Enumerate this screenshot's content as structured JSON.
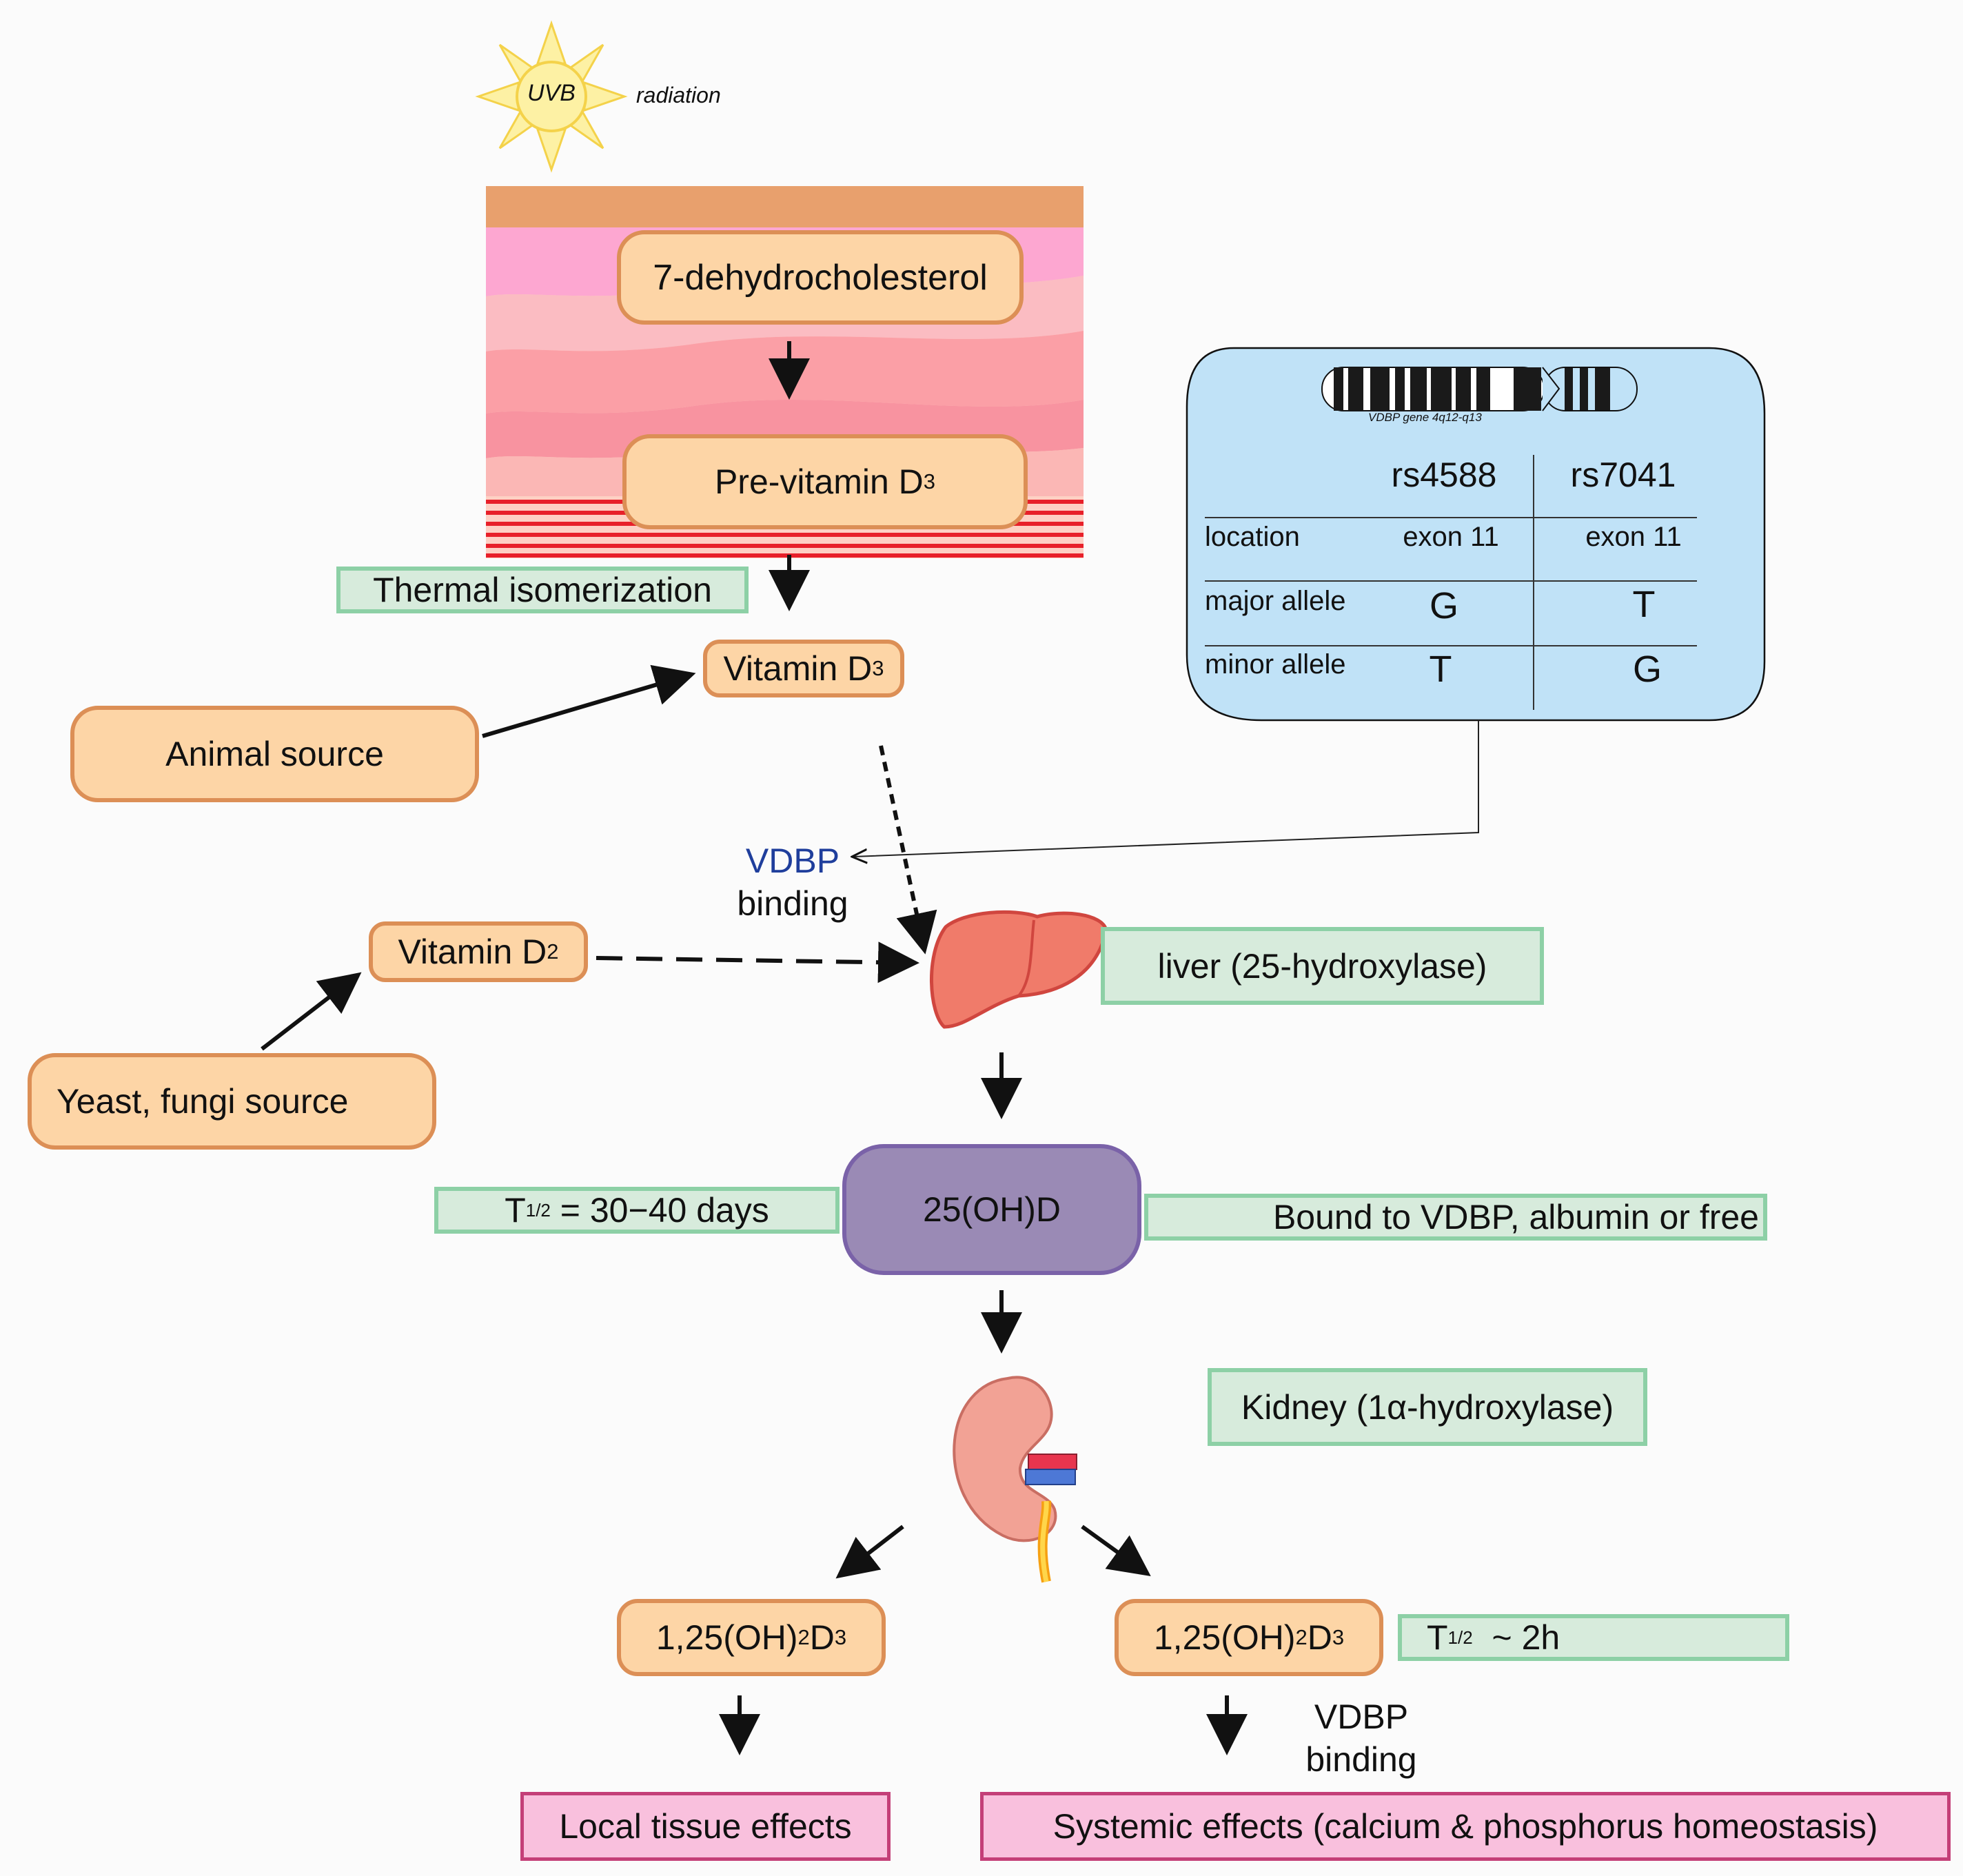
{
  "uvb": {
    "sun_label": "UVB",
    "radiation_label": "radiation"
  },
  "skin": {
    "step1": "7-dehydrocholesterol",
    "step2_main": "Pre-vitamin D",
    "step2_sub": "3"
  },
  "thermal_label": "Thermal isomerization",
  "vitd3": {
    "main": "Vitamin D",
    "sub": "3"
  },
  "vitd2": {
    "main": "Vitamin D",
    "sub": "2"
  },
  "animal_source": "Animal source",
  "yeast_source": "Yeast, fungi source",
  "vdbp_binding_top": {
    "line1": "VDBP",
    "line2": "binding"
  },
  "vdbp_binding_bottom": {
    "line1": "VDBP",
    "line2": "binding"
  },
  "liver_label": "liver (25-hydroxylase)",
  "metabolite_25": "25(OH)D",
  "half_life_25": {
    "t": "T",
    "sub": "1/2",
    "rest": " = 30−40 days"
  },
  "bound_label": "Bound to VDBP, albumin or free",
  "kidney_label": "Kidney (1α-hydroxylase)",
  "calcitriol_left": {
    "a": "1,25(OH)",
    "b": "2",
    "c": "D",
    "d": "3"
  },
  "calcitriol_right": {
    "a": "1,25(OH)",
    "b": "2",
    "c": "D",
    "d": "3"
  },
  "half_life_125": {
    "t": "T",
    "sub": "1/2",
    "rest": "  ~ 2h"
  },
  "local_effects": "Local tissue effects",
  "systemic_effects": "Systemic effects (calcium & phosphorus homeostasis)",
  "gene_panel": {
    "chromosome_caption": "VDBP gene 4q12-q13",
    "columns": [
      "rs4588",
      "rs7041"
    ],
    "rows": [
      {
        "label": "location",
        "values": [
          "exon 11",
          "exon 11"
        ]
      },
      {
        "label": "major allele",
        "values": [
          "G",
          "T"
        ]
      },
      {
        "label": "minor allele",
        "values": [
          "T",
          "G"
        ]
      }
    ]
  },
  "colors": {
    "node_fill": "#fdd5a6",
    "node_border": "#dc8f56",
    "label_fill": "#d7ebdc",
    "label_border": "#8dd0a6",
    "effect_fill": "#f9c0dd",
    "effect_border": "#c43f78",
    "metabolite_fill": "#9a8ab5",
    "metabolite_border": "#7a62a8",
    "panel_fill": "#c0e2f7",
    "vdbp_blue": "#1f3e9c"
  }
}
